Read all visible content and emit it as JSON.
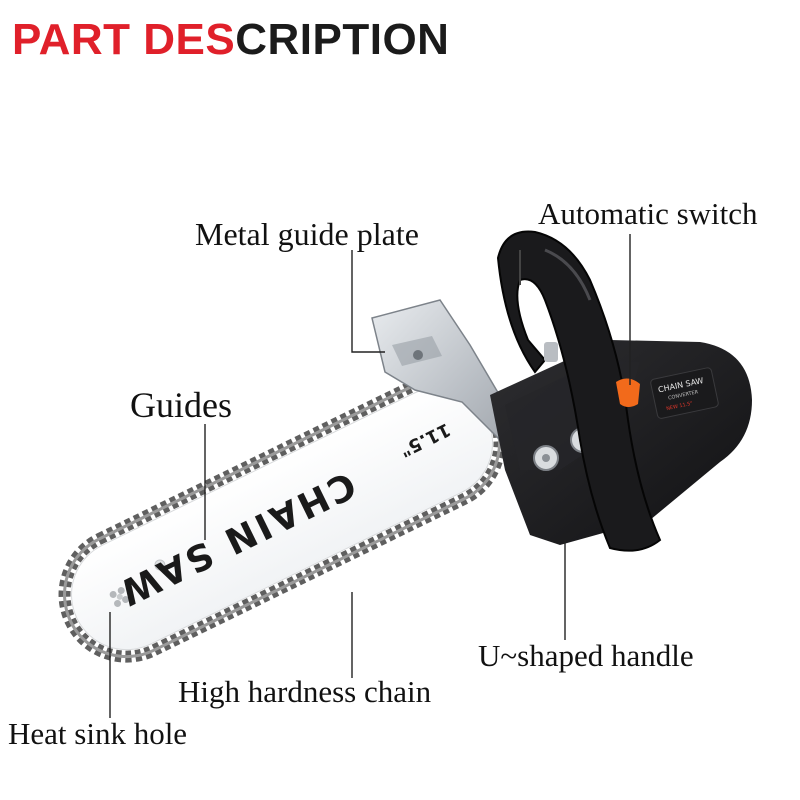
{
  "title": {
    "part1": "PART DES",
    "part2": "CRIPTION",
    "color_red": "#e0202a",
    "color_black": "#1b1b1b"
  },
  "labels": {
    "metal_guide_plate": "Metal guide plate",
    "automatic_switch": "Automatic switch",
    "guides": "Guides",
    "u_shaped_handle": "U~shaped handle",
    "high_hardness_chain": "High hardness chain",
    "heat_sink_hole": "Heat sink hole"
  },
  "bar": {
    "text": "CHAIN SAW",
    "size": "11.5\""
  },
  "housing_badge": {
    "title": "CHAIN SAW",
    "subtitle": "CONVERTER",
    "model": "NEW  11.5\""
  },
  "colors": {
    "accent_orange": "#f26a1b",
    "body_black": "#1c1c1e",
    "bar_white": "#ffffff",
    "chain_grey": "#6f6f6f"
  }
}
